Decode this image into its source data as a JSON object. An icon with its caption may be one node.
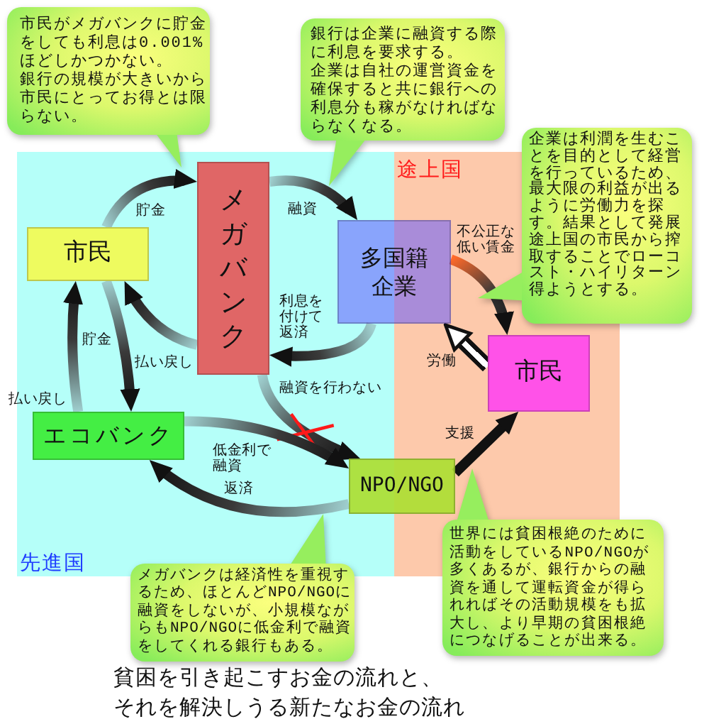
{
  "diagram": {
    "caption": "貧困を引き起こすお金の流れと、それを解決しうる新たなお金の流れ",
    "nodes": [
      {
        "text": [
          "市民がメガバンクに貯金をしても利息は0.001%ほどしかつかない。",
          "銀行の規模が大きいから市民にとってお得とは限らない。"
        ]
      },
      {
        "text": [
          "銀行は企業に融資する際に利息を要求する。",
          "企業は自社の運営資金を確保すると共に銀行への利息分も稼がなければならなくなる。"
        ]
      },
      {
        "text": [
          "先進国"
        ]
      },
      {
        "text": [
          "途上国"
        ]
      },
      {
        "text": [
          "企業は利潤を生むことを目的として経営を行っているため、最大限の利益が出るように労働力を探す。結果として発展途上国の市民から搾取することでローコスト・ハイリターン得ようとする。"
        ]
      },
      {
        "text": [
          "市民"
        ],
        "in": 2
      },
      {
        "text": [
          "メガバンク"
        ],
        "in": 2
      },
      {
        "text": [
          "多国籍企業"
        ]
      },
      {
        "text": [
          "市民"
        ],
        "in": 3
      },
      {
        "text": [
          "エコバンク"
        ],
        "in": 2
      },
      {
        "text": [
          "NPO/NGO"
        ]
      },
      {
        "text": [
          "メガバンクは経済性を重視するため、ほとんどNPO/NGOに融資をしないが、小規模ながらもNPO/NGOに低金利で融資をしてくれる銀行もある。"
        ]
      },
      {
        "text": [
          "世界には貧困根絶のために活動をしているNPO/NGOが多くあるが、銀行からの融資を通して運転資金が得られればその活動規模をも拡大し、より早期の貧困根絶につなげることが出来る。"
        ]
      }
    ],
    "edges": [
      {
        "from": 5,
        "to": 6,
        "arrow": "to",
        "label": "貯金"
      },
      {
        "from": 6,
        "to": 7,
        "arrow": "to",
        "label": "融資"
      },
      {
        "from": 7,
        "to": 6,
        "arrow": "to",
        "label": "利息を付けて返済"
      },
      {
        "from": 6,
        "to": 5,
        "arrow": "to",
        "label": "払い戻し"
      },
      {
        "from": 5,
        "to": 9,
        "arrow": "to",
        "label": "貯金"
      },
      {
        "from": 9,
        "to": 5,
        "arrow": "to",
        "label": "払い戻し"
      },
      {
        "from": 6,
        "to": 10,
        "arrow": "to",
        "label": "融資を行わない"
      },
      {
        "from": 9,
        "to": 10,
        "arrow": "to",
        "label": "低金利で融資"
      },
      {
        "from": 10,
        "to": 9,
        "arrow": "to",
        "label": "返済"
      },
      {
        "from": 7,
        "to": 8,
        "arrow": "to",
        "label": "不公正な低い賃金"
      },
      {
        "from": 8,
        "to": 7,
        "arrow": "to",
        "label": "労働"
      },
      {
        "from": 10,
        "to": 8,
        "arrow": "to",
        "label": "支援"
      }
    ]
  }
}
